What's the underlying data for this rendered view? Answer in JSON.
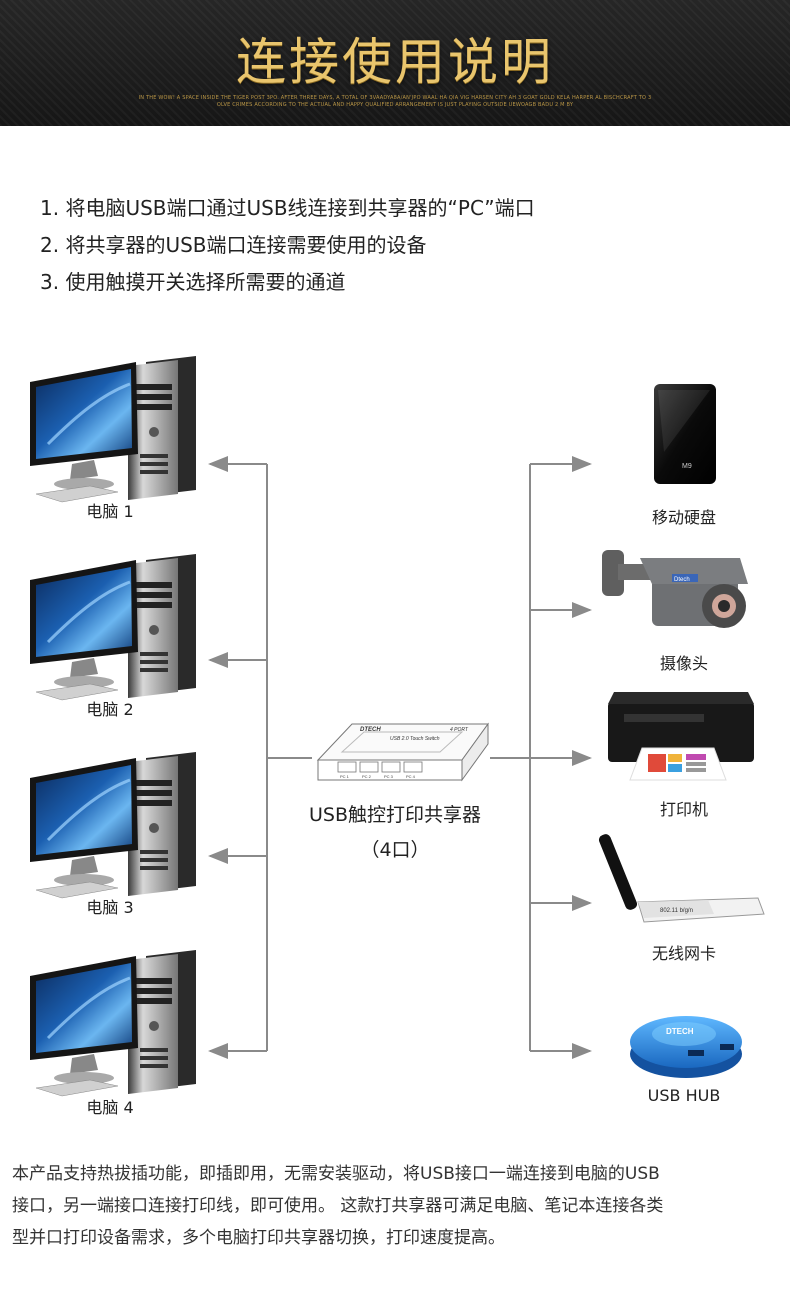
{
  "banner": {
    "title": "连接使用说明",
    "sub_line1": "IN THE WOW! A SPACE INSIDE THE TIGER POST 3PO. AFTER THREE DAYS, A TOTAL OF 3VAADYA8A/AN'JPO WAAL HA QIA VIG HARSEN CITY AH 3 GOAT GOLD KELA HARPER AL BISCHCRAFT TO 3",
    "sub_line2": "OLVE CRIMES ACCORDING TO THE ACTUAL AND HAPPY QUALIFIED ARRANGEMENT IS JUST PLAYING OUTSIDE UEWOAGB BADU 2 M BY"
  },
  "steps": [
    "1. 将电脑USB端口通过USB线连接到共享器的“PC”端口",
    "2. 将共享器的USB端口连接需要使用的设备",
    "3. 使用触摸开关选择所需要的通道"
  ],
  "computers": [
    {
      "label": "电脑 1"
    },
    {
      "label": "电脑 2"
    },
    {
      "label": "电脑 3"
    },
    {
      "label": "电脑 4"
    }
  ],
  "hub": {
    "name": "USB触控打印共享器",
    "ports": "（4口）",
    "brand": "DTECH",
    "model": "USB 2.0 Touch Switch",
    "port_count": "4 PORT",
    "port_labels": [
      "PC 1",
      "PC 2",
      "PC 3",
      "PC 4"
    ]
  },
  "devices": [
    {
      "label": "移动硬盘",
      "icon": "hard-drive-icon",
      "mark": "M9"
    },
    {
      "label": "摄像头",
      "icon": "camera-icon",
      "mark": "Dtech"
    },
    {
      "label": "打印机",
      "icon": "printer-icon"
    },
    {
      "label": "无线网卡",
      "icon": "wifi-adapter-icon",
      "mark": "802.11 b/g/n"
    },
    {
      "label": "USB HUB",
      "icon": "usb-hub-icon",
      "mark": "DTECH"
    }
  ],
  "description": [
    "本产品支持热拔插功能，即插即用，无需安装驱动，将USB接口一端连接到电脑的USB",
    "接口，另一端接口连接打印线，即可使用。 这款打共享器可满足电脑、笔记本连接各类",
    "型并口打印设备需求，多个电脑打印共享器切换，打印速度提高。"
  ],
  "colors": {
    "banner_bg": "#1c1c1c",
    "banner_gold": "#e9c56d",
    "line": "#8a8a8a",
    "screen_blue": "#1b5fb0",
    "hub_blue": "#2a8de0"
  }
}
